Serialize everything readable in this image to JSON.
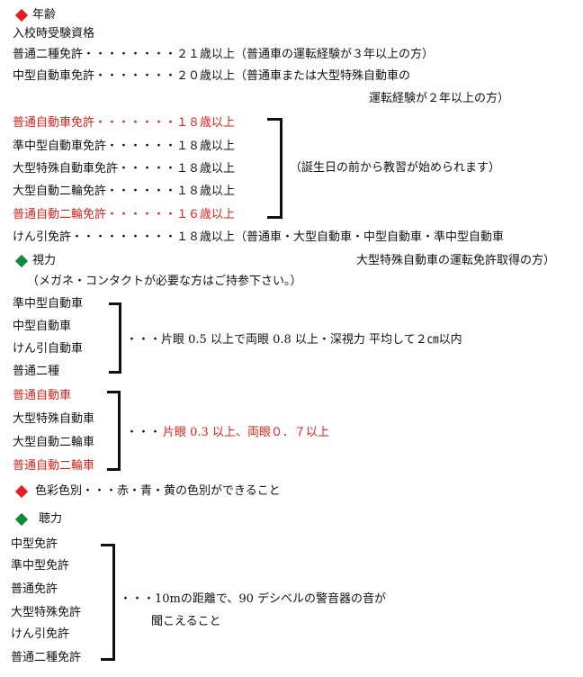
{
  "colors": {
    "red_accent": "#e41f1f",
    "green_accent": "#0f8a3c",
    "red_text": "#e0221b",
    "text": "#111111"
  },
  "age": {
    "heading_icon": "red-diamond-icon",
    "heading": "年齢",
    "subheading": "入校時受験資格",
    "line1": "普通二種免許・・・・・・・・２１歳以上（普通車の運転経験が３年以上の方）",
    "line2": "中型自動車免許・・・・・・・２０歳以上（普通車または大型特殊自動車の",
    "line2b": "運転経験が２年以上の方）",
    "group": [
      {
        "text": "普通自動車免許・・・・・・・１８歳以上",
        "highlight": true
      },
      {
        "text": "準中型自動車免許・・・・・・１８歳以上",
        "highlight": false
      },
      {
        "text": "大型特殊自動車免許・・・・・１８歳以上",
        "highlight": false
      },
      {
        "text": "大型自動二輪免許・・・・・・１８歳以上",
        "highlight": false
      },
      {
        "text": "普通自動二輪免許・・・・・・１６歳以上",
        "highlight": true
      }
    ],
    "group_note": "（誕生日の前から教習が始められます）",
    "towing_line": "けん引免許・・・・・・・・・１８歳以上（普通車・大型自動車・中型自動車・準中型自動車",
    "towing_line_b": "大型特殊自動車の運転免許取得の方）"
  },
  "vision": {
    "heading_icon": "green-diamond-icon",
    "heading": "視力",
    "note": "（メガネ・コンタクトが必要な方はご持参下さい。）",
    "group1": [
      "準中型自動車",
      "中型自動車",
      "けん引自動車",
      "普通二種"
    ],
    "group1_rule": "・・・片眼 0.5 以上で両眼 0.8 以上・深視力 平均して２㎝以内",
    "group2": [
      {
        "text": "普通自動車",
        "highlight": true
      },
      {
        "text": "大型特殊自動車",
        "highlight": false
      },
      {
        "text": "大型自動二輪車",
        "highlight": false
      },
      {
        "text": "普通自動二輪車",
        "highlight": true
      }
    ],
    "group2_prefix": "・・・",
    "group2_rule": "片眼 0.3 以上、両眼０．７以上"
  },
  "color_vision": {
    "heading_icon": "red-diamond-icon",
    "heading": "色彩色別・・・赤・青・黄の色別ができること"
  },
  "hearing": {
    "heading_icon": "green-diamond-icon",
    "heading": "聴力",
    "group": [
      "中型免許",
      "準中型免許",
      "普通免許",
      "大型特殊免許",
      "けん引免許",
      "普通二種免許"
    ],
    "rule_line1": "・・・10mの距離で、90 デシベルの警音器の音が",
    "rule_line2": "聞こえること"
  }
}
